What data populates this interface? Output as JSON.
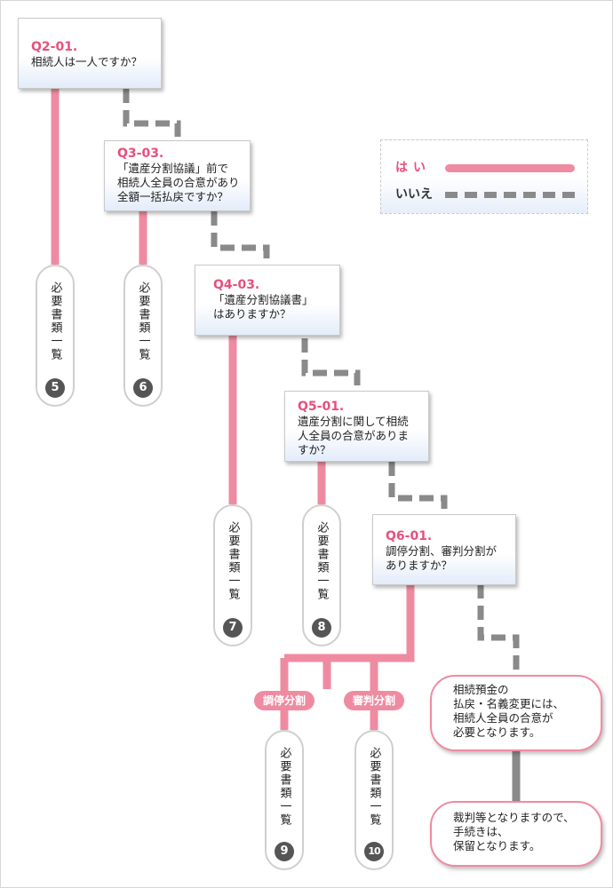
{
  "colors": {
    "yes": "#ef8ba1",
    "no": "#8a8a8a",
    "question_id": "#e84f7e"
  },
  "legend": {
    "yes": "はい",
    "no": "いいえ"
  },
  "questions": [
    {
      "id": "Q2-01.",
      "text": "相続人は一人ですか？"
    },
    {
      "id": "Q3-03.",
      "text": "「遺産分割協議」前で\n相続人全員の合意があり\n全額一括払戻ですか？"
    },
    {
      "id": "Q4-03.",
      "text": "「遺産分割協議書」\nはありますか？"
    },
    {
      "id": "Q5-01.",
      "text": "遺産分割に関して相続\n人全員の合意がありま\nすか？"
    },
    {
      "id": "Q6-01.",
      "text": "調停分割、審判分割が\nありますか？"
    }
  ],
  "results": [
    {
      "label": "必要書類一覧",
      "num": "5"
    },
    {
      "label": "必要書類一覧",
      "num": "6"
    },
    {
      "label": "必要書類一覧",
      "num": "7"
    },
    {
      "label": "必要書類一覧",
      "num": "8"
    },
    {
      "label": "必要書類一覧",
      "num": "9"
    },
    {
      "label": "必要書類一覧",
      "num": "10"
    }
  ],
  "branch_tags": [
    "調停分割",
    "審判分割"
  ],
  "notes": [
    "相続預金の\n払戻・名義変更には、\n相続人全員の合意が\n必要となります。",
    "裁判等となりますので、\n手続きは、\n保留となります。"
  ]
}
